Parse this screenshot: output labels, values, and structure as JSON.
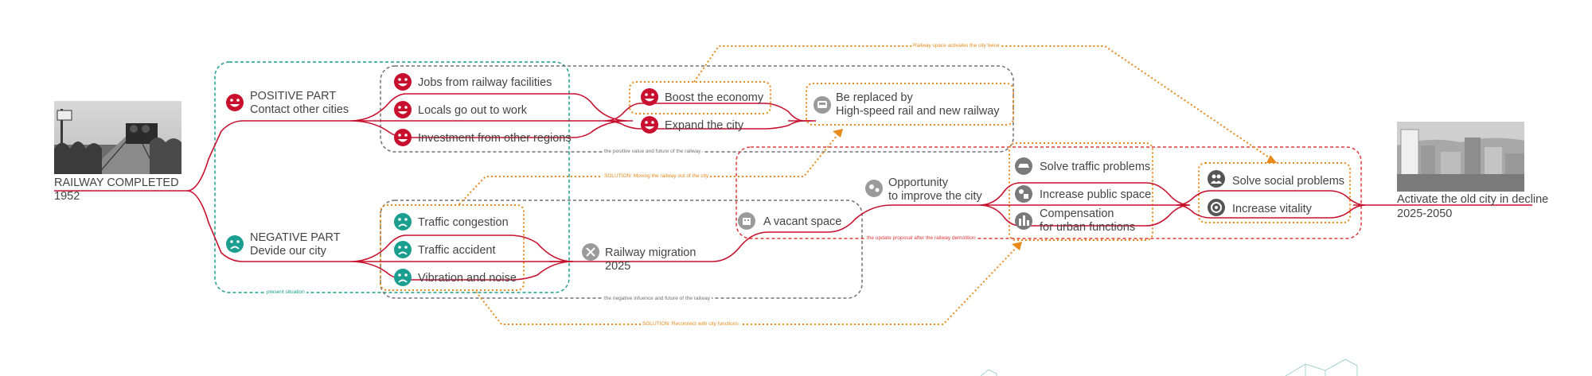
{
  "start": {
    "title": "RAILWAY COMPLETED",
    "year": "1952"
  },
  "end": {
    "title": "Activate the old city in decline",
    "years": "2025-2050"
  },
  "positive": {
    "line1": "POSITIVE PART",
    "line2": "Contact other cities"
  },
  "negative": {
    "line1": "NEGATIVE PART",
    "line2": "Devide our city"
  },
  "positive_items": [
    "Jobs from railway facilities",
    "Locals go out to work",
    "Investment from other regions"
  ],
  "negative_items": [
    "Traffic congestion",
    "Traffic accident",
    "Vibration and noise"
  ],
  "boost": "Boost the economy",
  "expand": "Expand the city",
  "replaced": {
    "line1": "Be replaced by",
    "line2": "High-speed rail and new railway"
  },
  "migration": {
    "line1": "Railway migration",
    "line2": "2025"
  },
  "vacant": "A vacant space",
  "opportunity": {
    "line1": "Opportunity",
    "line2": "to improve the city"
  },
  "improve_items": {
    "traffic": "Solve traffic problems",
    "public": "Increase public space",
    "comp1": "Compensation",
    "comp2": "for urban functions"
  },
  "social": "Solve social problems",
  "vitality": "Increase vitality",
  "notes": {
    "present": "present situation",
    "positive_future": "the positive value and future of the railway",
    "negative_future": "the negative infuence and future of the railway",
    "solution_moving": "SOLUTION: Moving the railway out of the city",
    "solution_reconnect": "SOLUTION: Reconnect with city functions",
    "twice": "Railway space activates the city twice",
    "update": "the update proposal after the railway demolition"
  },
  "colors": {
    "red": "#c8102e",
    "teal": "#1a9e8f",
    "orange": "#e8891a",
    "gray": "#707070",
    "text": "#444444"
  },
  "icons": {
    "happy": "happy-face-icon",
    "sad": "sad-face-icon",
    "train": "train-icon",
    "tools": "tools-icon",
    "building": "building-icon"
  }
}
